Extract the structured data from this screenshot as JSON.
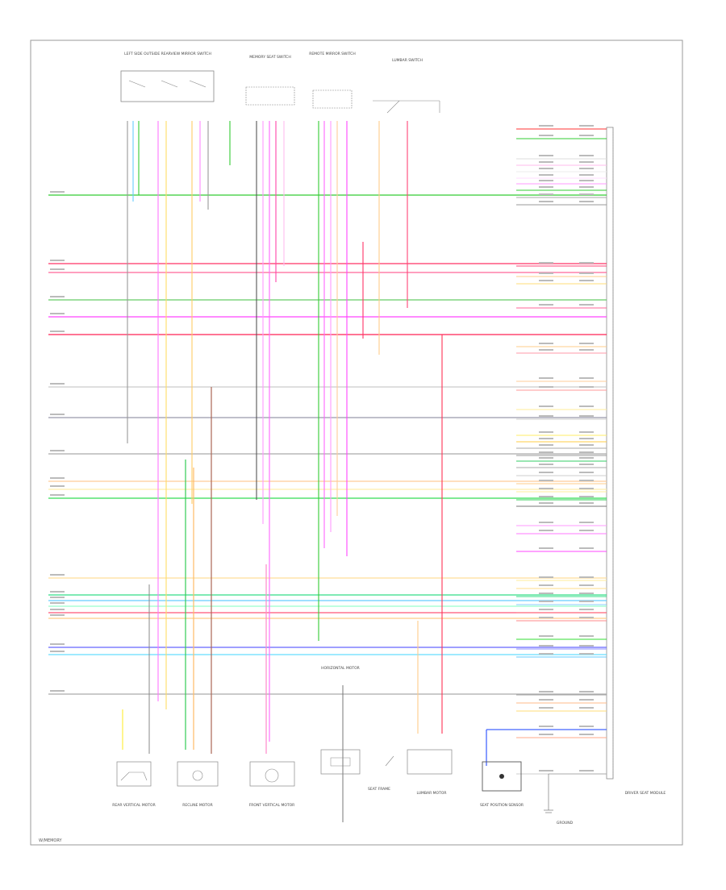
{
  "diagram": {
    "modules": [
      {
        "id": "left_switch",
        "text": "LEFT SIDE OUTSIDE REARVIEW MIRROR SWITCH"
      },
      {
        "id": "memory_seat",
        "text": "MEMORY SEAT SWITCH"
      },
      {
        "id": "remote_mirror",
        "text": "REMOTE MIRROR SWITCH"
      },
      {
        "id": "lumbar_switch",
        "text": "LUMBAR SWITCH"
      },
      {
        "id": "dsm_label",
        "text": "DRIVER SEAT MODULE"
      }
    ],
    "bottom_components": [
      {
        "id": "rear_motor",
        "text": "REAR VERTICAL MOTOR"
      },
      {
        "id": "recline_motor",
        "text": "RECLINE MOTOR"
      },
      {
        "id": "front_motor",
        "text": "FRONT VERTICAL MOTOR"
      },
      {
        "id": "horiz_motor",
        "text": "HORIZONTAL MOTOR"
      },
      {
        "id": "seat_frame",
        "text": "SEAT FRAME"
      },
      {
        "id": "lumbar_motor",
        "text": "LUMBAR MOTOR"
      },
      {
        "id": "seat_sensor",
        "text": "SEAT POSITION SENSOR"
      },
      {
        "id": "ground",
        "text": "GROUND"
      }
    ],
    "footer_code": "W/MEMORY"
  }
}
